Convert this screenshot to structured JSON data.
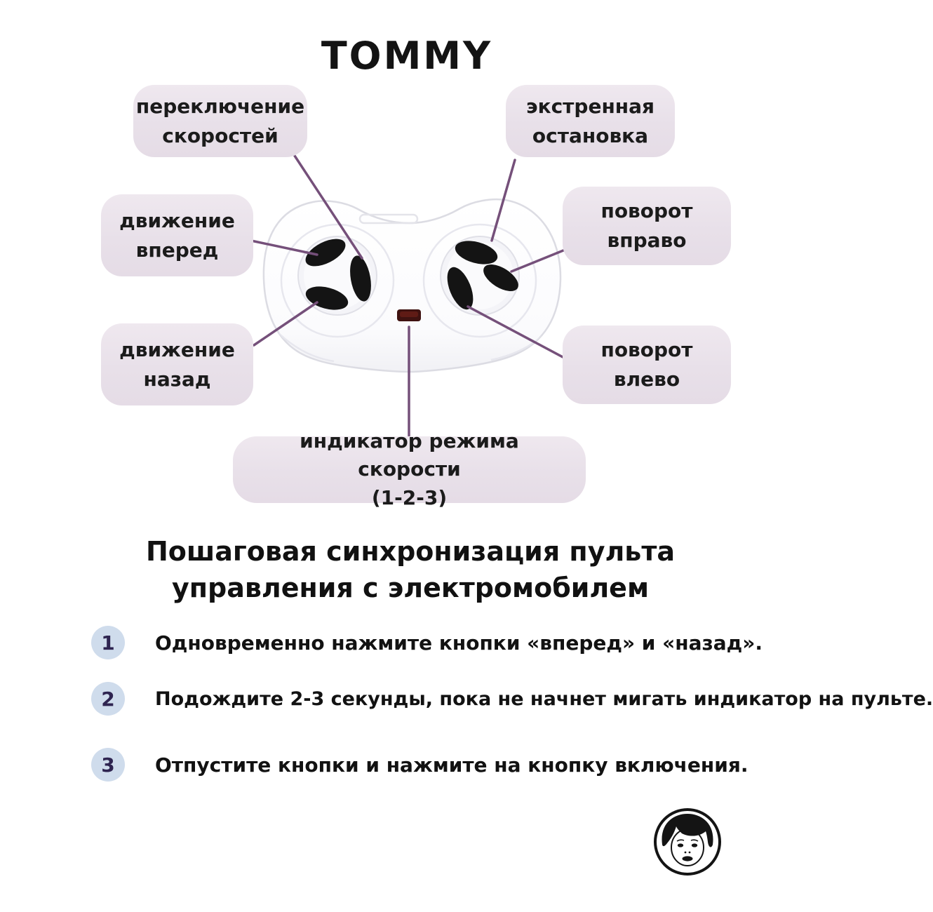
{
  "brand": "TOMMY",
  "colors": {
    "background": "#ffffff",
    "bubble_fill": "#e8e0e9",
    "connector_line": "#75507a",
    "step_circle": "#cfdcec",
    "step_number": "#2e2450",
    "text": "#131313",
    "led": "#3f1210",
    "button_black": "#141414"
  },
  "diagram": {
    "device": "remote-control",
    "callouts": [
      {
        "id": "speed-switch",
        "label": "переключение скоростей"
      },
      {
        "id": "emergency-stop",
        "label": "экстренная остановка"
      },
      {
        "id": "forward",
        "label": "движение вперед"
      },
      {
        "id": "turn-right",
        "label": "поворот вправо"
      },
      {
        "id": "backward",
        "label": "движение назад"
      },
      {
        "id": "turn-left",
        "label": "поворот влево"
      },
      {
        "id": "speed-indicator",
        "label": "индикатор режима скорости",
        "label2": "(1-2-3)"
      }
    ]
  },
  "sync_section": {
    "heading_line1": "Пошаговая синхронизация пульта",
    "heading_line2": "управления с электромобилем",
    "steps": [
      {
        "num": "1",
        "text": "Одновременно нажмите кнопки «вперед» и «назад»."
      },
      {
        "num": "2",
        "text": "Подождите 2-3 секунды, пока не начнет мигать индикатор на пульте."
      },
      {
        "num": "3",
        "text": "Отпустите кнопки и нажмите на кнопку включения."
      }
    ]
  },
  "footer": {
    "logo": "kid-face-logo"
  }
}
